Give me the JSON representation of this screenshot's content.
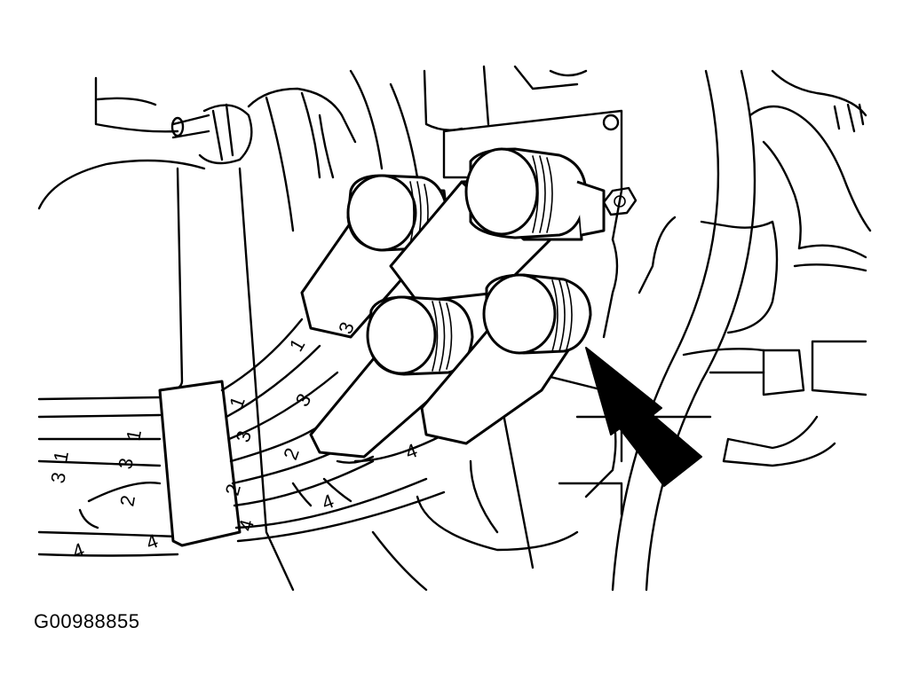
{
  "figure_id": "G00988855",
  "wire_labels": {
    "coil_upper_left_a": "1",
    "coil_upper_left_b": "3",
    "coil_front_a": "3",
    "bundle_inner_1": "1",
    "bundle_inner_3": "3",
    "coil_front_b": "2",
    "bundle_inner_2": "2",
    "bundle_inner_4": "4",
    "coil_right": "4",
    "connector_1": "1",
    "connector_3": "3",
    "connector_2": "2",
    "connector_4": "4",
    "left_1": "1",
    "left_3": "3",
    "left_4": "4"
  },
  "colors": {
    "line": "#000000",
    "background": "#ffffff"
  }
}
